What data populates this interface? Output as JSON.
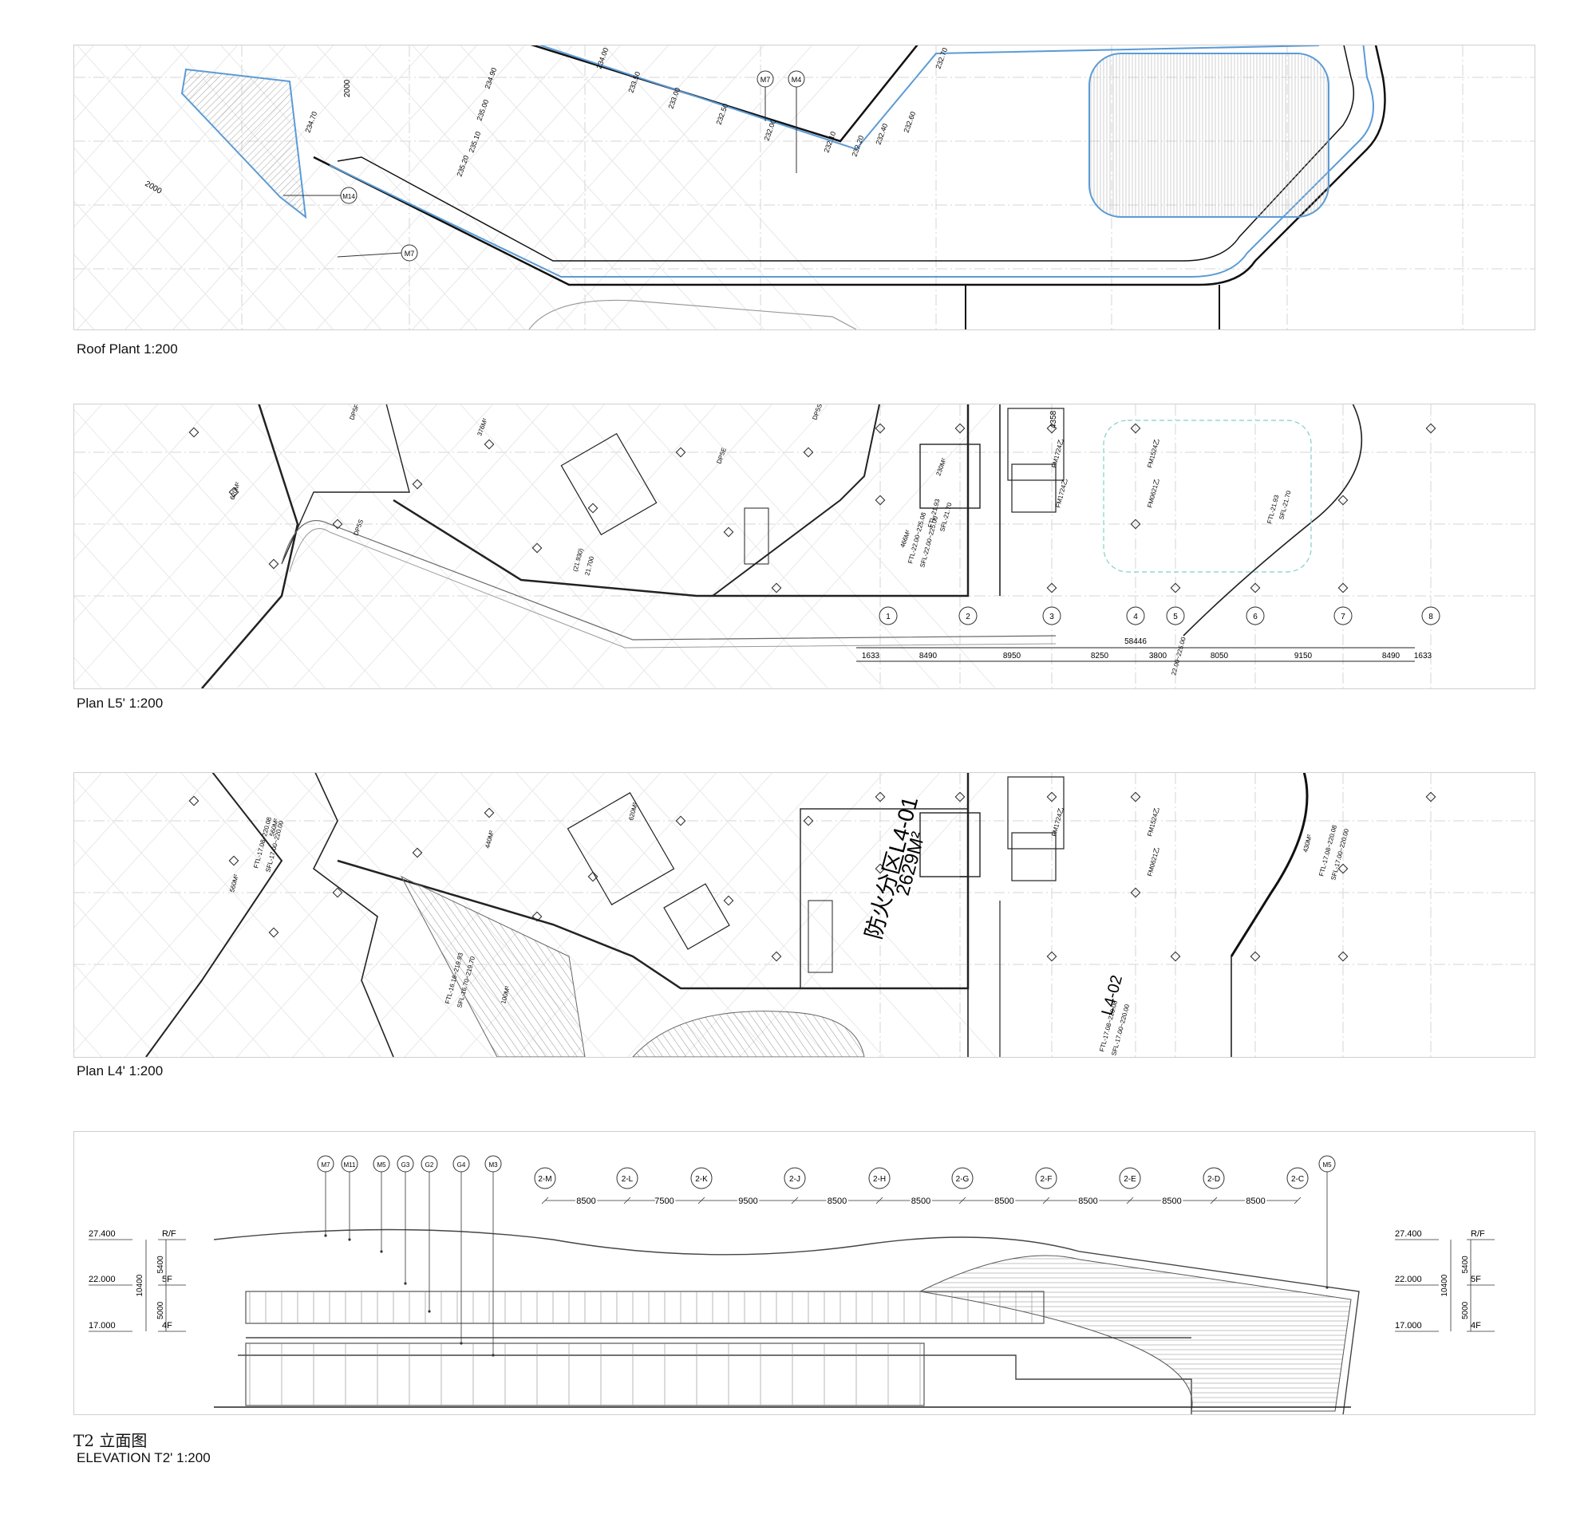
{
  "captions": {
    "roof": "Roof Plant 1:200",
    "l5": "Plan L5' 1:200",
    "l4": "Plan L4' 1:200",
    "elev_cn": "T2  立面图",
    "elev_en": "ELEVATION T2' 1:200"
  },
  "roof": {
    "tags": [
      "M7",
      "M4",
      "M14",
      "M7"
    ],
    "dims": [
      "2000",
      "2000"
    ],
    "levels": [
      "234.90",
      "235.00",
      "235.10",
      "235.20",
      "234.70",
      "234.00",
      "233.50",
      "233.00",
      "232.50",
      "232.00",
      "232.10",
      "232.20",
      "232.40",
      "232.60",
      "232.70"
    ]
  },
  "l5": {
    "grid": [
      "1",
      "2",
      "3",
      "4",
      "5",
      "6",
      "7",
      "8"
    ],
    "dims": [
      "1633",
      "8490",
      "8950",
      "8250",
      "3800",
      "8050",
      "9150",
      "8490",
      "1633"
    ],
    "overall": "58446",
    "top_dim": "4358",
    "labels": [
      "FTL-21.93",
      "SFL-21.70",
      "FTL-21.93",
      "SFL-21.70",
      "(21.930)",
      "21.700",
      "FM1724乙",
      "FM1524乙",
      "FM1724乙",
      "FM0621乙",
      "FTL-22.00~225.08",
      "SFL-22.00~225.00",
      "22.00~225.00",
      "620M²",
      "376M²",
      "466M²",
      "230M²",
      "DP5F",
      "DP5S",
      "DP5E",
      "DP5S"
    ]
  },
  "l4": {
    "zone1": "防火分区L4-01",
    "area1": "2629M²",
    "zone2": "L4-02",
    "labels": [
      "FTL-17.08~220.08",
      "SFL-17.00~220.00",
      "FTL-16.16~219.93",
      "SFL-16.70~219.70",
      "FTL-17.08~220.08",
      "SFL-17.00~220.00",
      "FTL-17.08~220.08",
      "SFL-17.00~220.00",
      "560M²",
      "560M²",
      "440M²",
      "100M²",
      "620M²",
      "430M²",
      "FM1724乙",
      "FM1524乙",
      "FM0621乙"
    ]
  },
  "elev": {
    "tags": [
      "M7",
      "M11",
      "M5",
      "G3",
      "G2",
      "G4",
      "M3",
      "M5"
    ],
    "grid": [
      "2-M",
      "2-L",
      "2-K",
      "2-J",
      "2-H",
      "2-G",
      "2-F",
      "2-E",
      "2-D",
      "2-C"
    ],
    "spans": [
      "8500",
      "7500",
      "9500",
      "8500",
      "8500",
      "8500",
      "8500",
      "8500",
      "8500"
    ],
    "levels": [
      "27.400",
      "22.000",
      "17.000"
    ],
    "floors": [
      "R/F",
      "5F",
      "4F"
    ],
    "heights": [
      "5400",
      "5000"
    ],
    "total": "10400"
  }
}
